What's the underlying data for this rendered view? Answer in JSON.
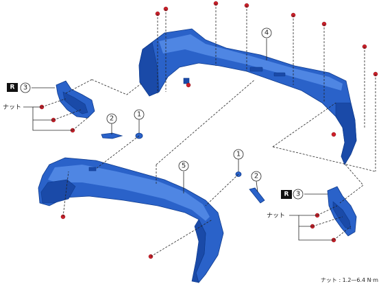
{
  "callouts": {
    "one": "1",
    "two": "2",
    "three": "3",
    "four": "4",
    "five": "5",
    "r_badge": "R"
  },
  "labels": {
    "nut": "ナット",
    "torque_note": "ナット : 1.2—6.4 N·m"
  },
  "colors": {
    "part_blue": "#2a62c9",
    "bolt_red": "#d0202a"
  }
}
